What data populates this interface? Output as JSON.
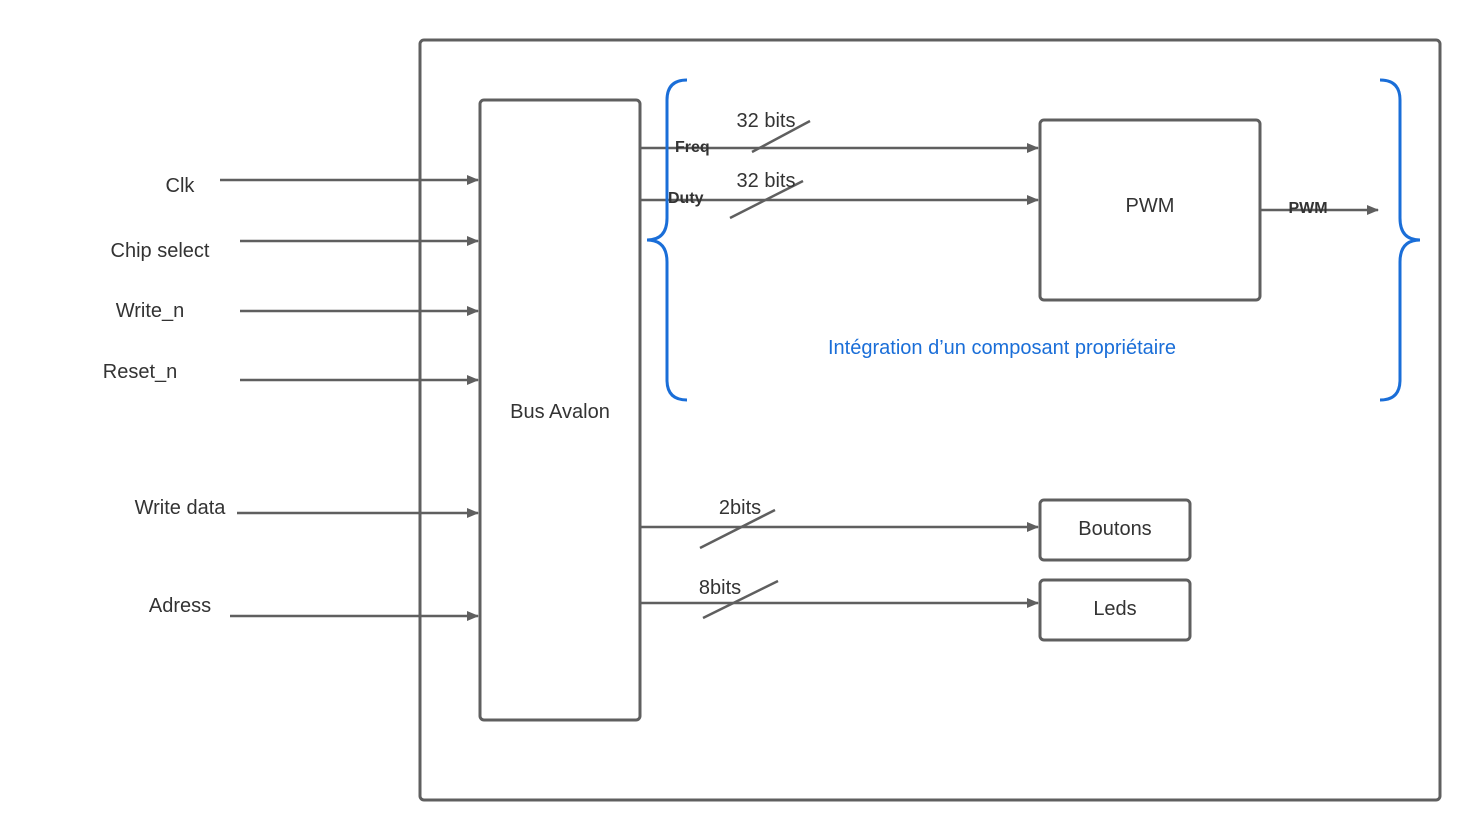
{
  "diagram": {
    "inputs": {
      "clk": "Clk",
      "chip_select": "Chip select",
      "write_n": "Write_n",
      "reset_n": "Reset_n",
      "write_data": "Write data",
      "address": "Adress"
    },
    "blocks": {
      "bus": "Bus Avalon",
      "pwm": "PWM",
      "boutons": "Boutons",
      "leds": "Leds"
    },
    "signals": {
      "freq": "Freq",
      "duty": "Duty",
      "pwm_out": "PWM"
    },
    "widths": {
      "freq": "32 bits",
      "duty": "32 bits",
      "boutons": "2bits",
      "leds": "8bits"
    },
    "annotation": "Intégration d’un composant propriétaire",
    "colors": {
      "line": "#5f5f5f",
      "accent": "#1a6ed8",
      "text": "#333333"
    }
  }
}
